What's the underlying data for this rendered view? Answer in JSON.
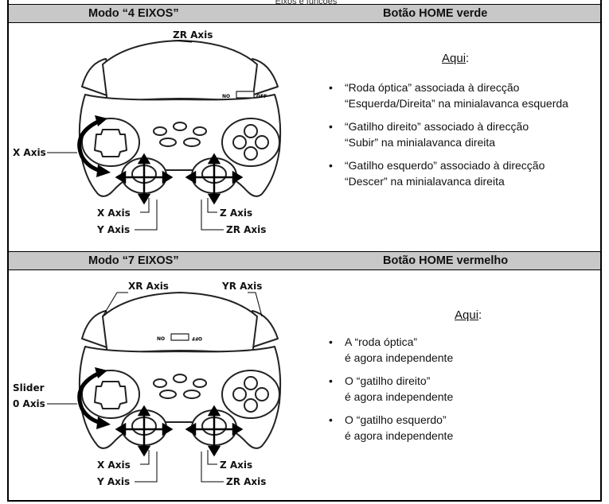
{
  "top_cut_text": "Eixos e funções",
  "section1": {
    "header_left": "Modo “4 EIXOS”",
    "header_right": "Botão HOME verde",
    "labels": {
      "zr_top": "ZR Axis",
      "x_axis_left": "X Axis",
      "x_axis_bottom": "X Axis",
      "y_axis_bottom": "Y Axis",
      "z_axis_bottom": "Z Axis",
      "zr_axis_bottom": "ZR Axis",
      "switch_no": "NO",
      "switch_off": "OFF"
    },
    "aqui": "Aqui",
    "aqui_colon": ":",
    "bullets": [
      {
        "line1": "“Roda óptica” associada à direcção",
        "line2": "“Esquerda/Direita” na minialavanca esquerda"
      },
      {
        "line1": "“Gatilho direito” associado à direcção",
        "line2": "“Subir” na minialavanca direita"
      },
      {
        "line1": "“Gatilho esquerdo” associado à direcção",
        "line2": "“Descer” na minialavanca direita"
      }
    ]
  },
  "section2": {
    "header_left": "Modo “7 EIXOS”",
    "header_right": "Botão HOME vermelho",
    "labels": {
      "xr_top": "XR Axis",
      "yr_top": "YR Axis",
      "slider": "Slider",
      "zero_axis": "0 Axis",
      "x_axis_bottom": "X Axis",
      "y_axis_bottom": "Y Axis",
      "z_axis_bottom": "Z Axis",
      "zr_axis_bottom": "ZR Axis",
      "switch_no": "NO",
      "switch_off": "OFF"
    },
    "aqui": "Aqui",
    "aqui_colon": ":",
    "bullets": [
      {
        "line1": "A “roda óptica”",
        "line2": "é agora independente"
      },
      {
        "line1": "O “gatilho direito”",
        "line2": "é agora independente"
      },
      {
        "line1": "O “gatilho esquerdo”",
        "line2": "é agora independente"
      }
    ]
  }
}
